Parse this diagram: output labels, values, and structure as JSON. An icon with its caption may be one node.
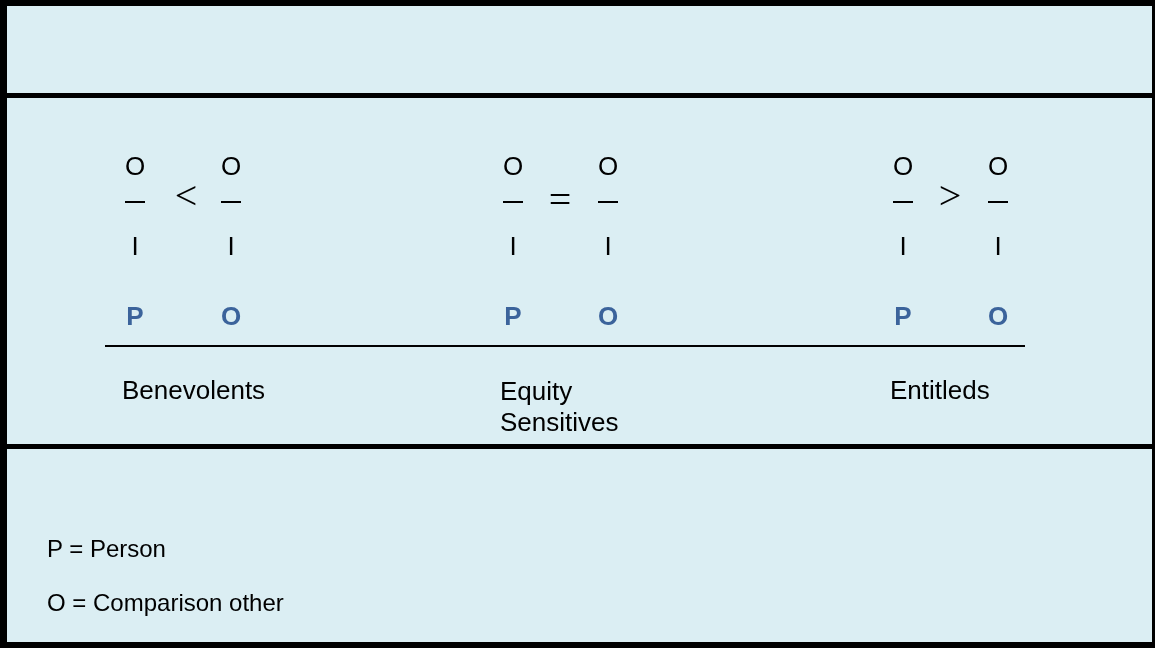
{
  "diagram": {
    "labels": [
      "O",
      "O",
      "O",
      "O",
      "O",
      "O",
      "<",
      "=",
      ">",
      "I",
      "I",
      "I",
      "I",
      "I",
      "I",
      "P",
      "O",
      "P",
      "O",
      "P",
      "O",
      "Benevolents",
      "Equity Sensitives",
      "Entitleds",
      "P = Person",
      "O = Comparison other"
    ]
  }
}
